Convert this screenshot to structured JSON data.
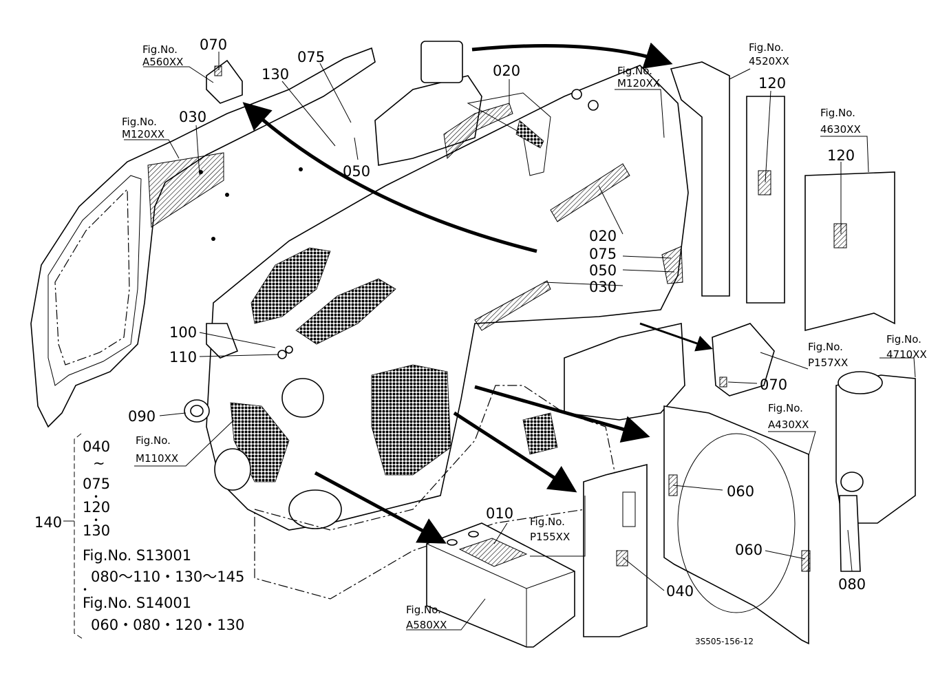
{
  "labels": {
    "l070a": "070",
    "l075a": "075",
    "l130a": "130",
    "l050a": "050",
    "l030a": "030",
    "l020a": "020",
    "l120a": "120",
    "l120b": "120",
    "l020b": "020",
    "l075b": "075",
    "l050b": "050",
    "l030b": "030",
    "l100": "100",
    "l110": "110",
    "l090": "090",
    "l070b": "070",
    "l060a": "060",
    "l060b": "060",
    "l080": "080",
    "l010": "010",
    "l040": "040",
    "l140": "140"
  },
  "figs": {
    "a560_a": "Fig.No.",
    "a560_b": "A560XX",
    "m120l_a": "Fig.No.",
    "m120l_b": "M120XX",
    "m120c_a": "Fig.No.",
    "m120c_b": "M120XX",
    "f4520_a": "Fig.No.",
    "f4520_b": "4520XX",
    "f4630_a": "Fig.No.",
    "f4630_b": "4630XX",
    "p157_a": "Fig.No.",
    "p157_b": "P157XX",
    "f4710_a": "Fig.No.",
    "f4710_b": "4710XX",
    "a430_a": "Fig.No.",
    "a430_b": "A430XX",
    "m110_a": "Fig.No.",
    "m110_b": "M110XX",
    "p155_a": "Fig.No.",
    "p155_b": "P155XX",
    "a580_a": "Fig.No.",
    "a580_b": "A580XX"
  },
  "kit": {
    "r1": "040",
    "r2": "~",
    "r3": "075",
    "r4": "•",
    "r5": "120",
    "r6": "•",
    "r7": "130",
    "r8": "Fig.No. S13001",
    "r9": "080～110・130～145",
    "r10": "•",
    "r11": "Fig.No. S14001",
    "r12": "060・080・120・130"
  },
  "drawing_no": "3S505-156-12"
}
